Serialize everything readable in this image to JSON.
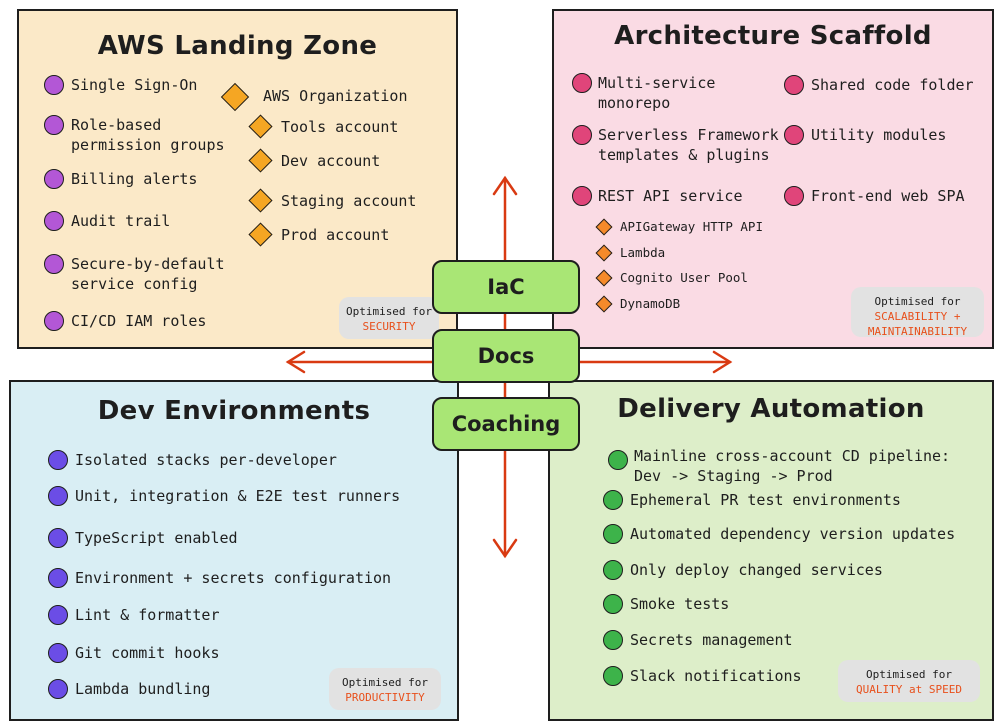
{
  "colors": {
    "accent": "#e8501c",
    "landing_dot": "#b357d6",
    "arch_dot": "#e0457a",
    "dev_dot": "#6b4de6",
    "delivery_dot": "#3db34a",
    "diamond": "#f5a623",
    "hub": "#a9e675"
  },
  "landing_zone": {
    "title": "AWS Landing Zone",
    "features": [
      "Single Sign-On",
      "Role-based\npermission groups",
      "Billing alerts",
      "Audit trail",
      "Secure-by-default\nservice config",
      "CI/CD IAM roles"
    ],
    "organization_label": "AWS Organization",
    "accounts": [
      "Tools account",
      "Dev account",
      "Staging account",
      "Prod account"
    ],
    "badge": {
      "prefix": "Optimised for",
      "focus": "SECURITY"
    }
  },
  "scaffold": {
    "title": "Architecture Scaffold",
    "left_items": [
      "Multi-service\nmonorepo",
      "Serverless Framework\ntemplates & plugins",
      "REST API service"
    ],
    "right_items": [
      "Shared code folder",
      "Utility modules",
      "Front-end web SPA"
    ],
    "api_parts": [
      "APIGateway HTTP API",
      "Lambda",
      "Cognito User Pool",
      "DynamoDB"
    ],
    "badge": {
      "prefix": "Optimised for",
      "focus": "SCALABILITY +\nMAINTAINABILITY"
    }
  },
  "dev_env": {
    "title": "Dev Environments",
    "items": [
      "Isolated stacks per-developer",
      "Unit, integration & E2E test runners",
      "TypeScript enabled",
      "Environment + secrets configuration",
      "Lint & formatter",
      "Git commit hooks",
      "Lambda bundling"
    ],
    "badge": {
      "prefix": "Optimised for",
      "focus": "PRODUCTIVITY"
    }
  },
  "delivery": {
    "title": "Delivery Automation",
    "items": [
      "Mainline cross-account CD pipeline:\n  Dev -> Staging -> Prod",
      "Ephemeral PR test environments",
      "Automated dependency version updates",
      "Only deploy changed services",
      "Smoke tests",
      "Secrets management",
      "Slack notifications"
    ],
    "badge": {
      "prefix": "Optimised for",
      "focus": "QUALITY at SPEED"
    }
  },
  "hub": {
    "items": [
      "IaC",
      "Docs",
      "Coaching"
    ]
  }
}
